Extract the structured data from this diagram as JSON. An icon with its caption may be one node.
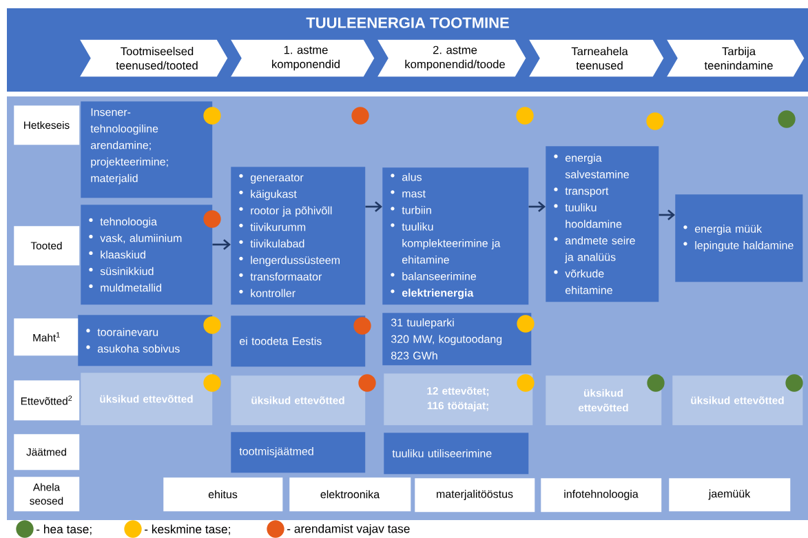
{
  "diagram": {
    "title": "TUULEENERGIA TOOTMINE",
    "nodes": [
      {
        "text": [
          "Tootmiseelsed teenused/tooted"
        ]
      },
      {
        "text": [
          "1. astme komponendid"
        ]
      },
      {
        "text": [
          "2. astme komponendid/toode"
        ]
      },
      {
        "text": [
          "Tarneahela teenused"
        ]
      },
      {
        "text": [
          "Tarbija teenindamine"
        ]
      },
      {
        "text": [
          "Hetkeseis"
        ]
      },
      {
        "text": [
          "Insener-tehnoloogiline arendamine; projekteerimine; materjalid"
        ]
      },
      {
        "text": [
          "Tooted"
        ]
      },
      {
        "text": [
          "tehnoloogia",
          "vask, alumiinium",
          "klaaskiud",
          "süsinikkiud",
          "muldmetallid"
        ]
      },
      {
        "text": [
          "generaator",
          "käigukast",
          "rootor ja põhivõll",
          "tiivikurumm",
          "tiivikulabad",
          "lengerdussüsteem",
          "transformaator",
          "kontroller"
        ]
      },
      {
        "text": [
          "alus",
          "mast",
          "turbiin",
          "tuuliku komplekteerimine ja ehitamine",
          "balanseerimine",
          "**elektrienergia**"
        ]
      },
      {
        "text": [
          "energia salvestamine",
          "transport",
          "tuuliku hooldamine",
          "andmete seire ja analüüs",
          "võrkude ehitamine"
        ]
      },
      {
        "text": [
          "energia müük",
          "lepingute haldamine"
        ]
      },
      {
        "text": [
          "Maht$^{1}$"
        ]
      },
      {
        "text": [
          "toorainevaru",
          "asukoha sobivus"
        ]
      },
      {
        "text": [
          "ei toodeta Eestis"
        ]
      },
      {
        "text": [
          "31 tuuleparki",
          "320 MW, kogutoodang",
          "823 GWh"
        ]
      },
      {
        "text": [
          "Ettevõtted$^{2}$"
        ]
      },
      {
        "text": [
          "üksikud ettevõtted"
        ]
      },
      {
        "text": [
          "üksikud ettevõtted"
        ]
      },
      {
        "text": [
          "12 ettevõtet; 116 töötajat;"
        ]
      },
      {
        "text": [
          "üksikud ettevõtted"
        ]
      },
      {
        "text": [
          "üksikud ettevõtted"
        ]
      },
      {
        "text": [
          "Jäätmed"
        ]
      },
      {
        "text": [
          "tootmisjäätmed"
        ]
      },
      {
        "text": [
          "tuuliku utiliseerimine"
        ]
      },
      {
        "text": [
          "Ahela seosed"
        ]
      },
      {
        "text": [
          "ehitus"
        ]
      },
      {
        "text": [
          "elektroonika"
        ]
      },
      {
        "text": [
          "materjalitööstus"
        ]
      },
      {
        "text": [
          "infotehnoloogia"
        ]
      },
      {
        "text": [
          "jaemüük"
        ]
      }
    ],
    "edges": [
      {
        "from": 8,
        "to": 9,
        "arrow": "to"
      },
      {
        "from": 9,
        "to": 10,
        "arrow": "to"
      },
      {
        "from": 10,
        "to": 11,
        "arrow": "to"
      },
      {
        "from": 11,
        "to": 12,
        "arrow": "to"
      }
    ],
    "legend": [
      {
        "text": "- hea tase;",
        "color": "#548235"
      },
      {
        "text": "- keskmine tase;",
        "color": "#ffc000"
      },
      {
        "text": "- arendamist vajav tase",
        "color": "#e65a1a"
      }
    ]
  }
}
